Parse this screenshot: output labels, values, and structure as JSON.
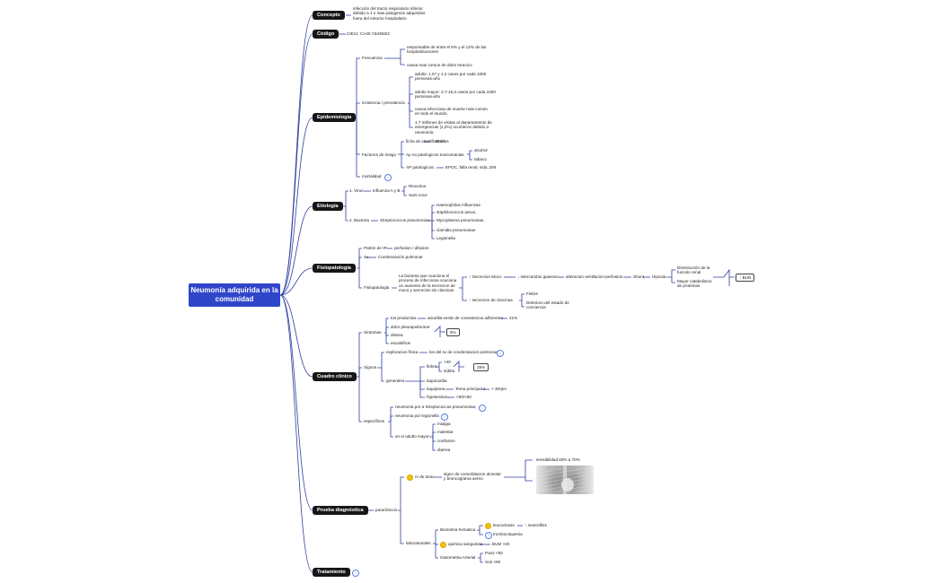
{
  "root": "Neumonía adquirida en la comunidad",
  "concepto": {
    "label": "Concepto",
    "desc": "infección del tracto respiratorio inferior debido a 1 o mas patogenos adquiridos fuera del entorno hospitalario"
  },
  "codigo": {
    "label": "Código",
    "value": "CIE11: CA40.Y&XN822"
  },
  "epidemiologia": {
    "label": "Epidemiología",
    "frecuencia": "Frecuencia",
    "frecuencia_items": [
      "responsable de entre el 6% y el 12% de las hospitalizaciones",
      "causa mas comun de dolor toracico"
    ],
    "incidencia": "incidencia / prevalencia",
    "incidencia_items": [
      "adulto: 1.07 y 1.2 casos por cada 1000 personas-año",
      "adulto mayor: 2,7-15,3 casos por cada 1000 personas-año",
      "causa infecciosa de muerte más común en todo el mundo.",
      "1.7 millones de visitas al departamento de emergencias (1,2%) ocurrieron debido a neumonía"
    ],
    "factores": "Factores de riesgo",
    "ficha": "ficha de identificacion",
    "ficha_val": "↑ 65años",
    "ap_no_pat": "Ap no patologicos toxicomanias",
    "ap_no_pat_items": [
      "alcohol",
      "tabaco"
    ],
    "ap_pat": "AP patologicos:",
    "ap_pat_val": "EPOC, falla renal, sida, DM",
    "mortalidad": "mortalidad"
  },
  "etiologia": {
    "label": "Etiología",
    "virus": "1. Virus",
    "influenza": "Influenza A y B",
    "virus_items": [
      "Rinovirus.",
      "Sars-cov2"
    ],
    "bacteria": "2. Bacteria",
    "strepto": "Streptococcus pneumoniae",
    "bacteria_items": [
      "Haemophilus influenzae",
      "staphilococcus aerus,",
      "Mycoplasma pneumoniae,",
      "clamidia pneumoniae",
      "Legionella"
    ]
  },
  "fisiopatologia": {
    "label": "Fisiopatología",
    "patron": "Patrón de IR",
    "patron_val": "perfusion / difusion",
    "sx": "Sx",
    "sx_val": "Condensación pulmonar",
    "fisio": "Fisiopatologia",
    "fisio_desc": "La bacteria que ocaciona el proceso de infecciona ocaciona un aumento de la secrecion de moco y secrecion de citocinas",
    "moco": "↑ Secrecion Moco",
    "intercambio": "↓ intercambio gaseoso",
    "alteracion": "alteracion ventilacion-perfusion",
    "shunt": "Shunt",
    "hipoxia": "Hipoxia",
    "hipoxia_items": [
      "Disminución de la función renal",
      "Mayor catabolismo de proteinas"
    ],
    "bun": "↑ BUN",
    "citocinas": "↑ secrecion de citocinas",
    "citocinas_items": [
      "Fiebre",
      "Deterioro del estado de conciencia"
    ]
  },
  "cuadro": {
    "label": "Cuadro clínico",
    "sintomas": "Síntomas",
    "tos": "tos productiva",
    "tos_val": "amarilla-verde de consistencia adherente",
    "tos_pct": "41%",
    "sintomas_items": [
      "dolor pleurapulmonar",
      "disnea",
      "escalofrios"
    ],
    "sintomas_pct": "5%",
    "signos": "Signos",
    "exploracion": "exploracion física",
    "exploracion_val": "los del sx de condensacion pulmonar",
    "generales": "generales",
    "fiebre": "fiebre",
    "fiebre_items": [
      ">40",
      "súbita"
    ],
    "fiebre_pct": "29%",
    "generales_items": [
      "taquicardia"
    ],
    "taquipnea": "taquipnea",
    "taquipnea_val": "Tema principal 1",
    "taquipnea_val2": "> 30rpm",
    "hipotension": "hipotension",
    "hipotension_val": "<90/<60",
    "especificos": "específicos",
    "especificos_items": [
      "neumonía por a Streptococcus pneumoniae,",
      "neumonia por legionella"
    ],
    "adulto_mayor": "en el adulto mayor",
    "adulto_items": [
      "mialgia",
      "malestar",
      "confusion",
      "diarrea"
    ]
  },
  "prueba": {
    "label": "Prueba diagnóstica",
    "paraclinicos": "paraclinicos",
    "rx": "rx de torax",
    "rx_val": "signo de consolidacion alveolar y broncograma aereo",
    "sensibilidad": "sensibilidad 60% a 70%",
    "laboratoriales": "laboratoriales",
    "biometria": "Biometria hematica",
    "leucocitosis": "leucocitosis",
    "neutrofilos": "↑ neutrofilos",
    "trombo": "trombocitopenia",
    "quimica": "quimica sanguinea",
    "bun": "BUM >20",
    "gaso": "Gasometria Arterial",
    "gaso_items": [
      "Pao2 <60",
      "So2 <60"
    ]
  },
  "tratamiento": {
    "label": "Tratamiento"
  },
  "colors": {
    "root": "#2f46c9",
    "branch": "#2e3fa0",
    "node": "#161616"
  },
  "icons": [
    "info-sticker-icon",
    "bulb-icon",
    "xray-image"
  ]
}
